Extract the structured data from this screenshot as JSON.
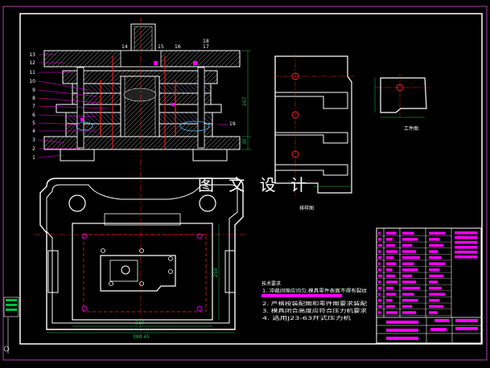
{
  "watermark": "图 文 设 计",
  "views": {
    "strip_layout_label": "排样图",
    "workpiece_label": "工件图"
  },
  "part_numbers_left": [
    "13",
    "12",
    "11",
    "10",
    "9",
    "8",
    "7",
    "6",
    "5",
    "4",
    "3",
    "2",
    "1"
  ],
  "part_numbers_top": [
    "18",
    "17",
    "16",
    "15",
    "14"
  ],
  "side_callout": "19",
  "dims": {
    "left_height": "207",
    "right_height": "30",
    "bottom_width": "240",
    "plan_width": "380.45",
    "plan_height": "250"
  },
  "notes": {
    "heading": "技术要求",
    "line1": "1. 冲裁间隙应均匀,模具零件表面不得有裂纹",
    "line2": "2. 严格按装配图和零件图要求装配",
    "line3": "3. 模具闭合高度应符合压力机要求",
    "line4": "4. 选用J23-63开式压力机"
  },
  "colors": {
    "background": "#000000",
    "outline": "#ffffff",
    "frame": "#c040c0",
    "magenta": "#ff00ff",
    "red": "#ff2020",
    "green": "#00ff00",
    "hatch": "#888888",
    "dim": "#20c060"
  }
}
